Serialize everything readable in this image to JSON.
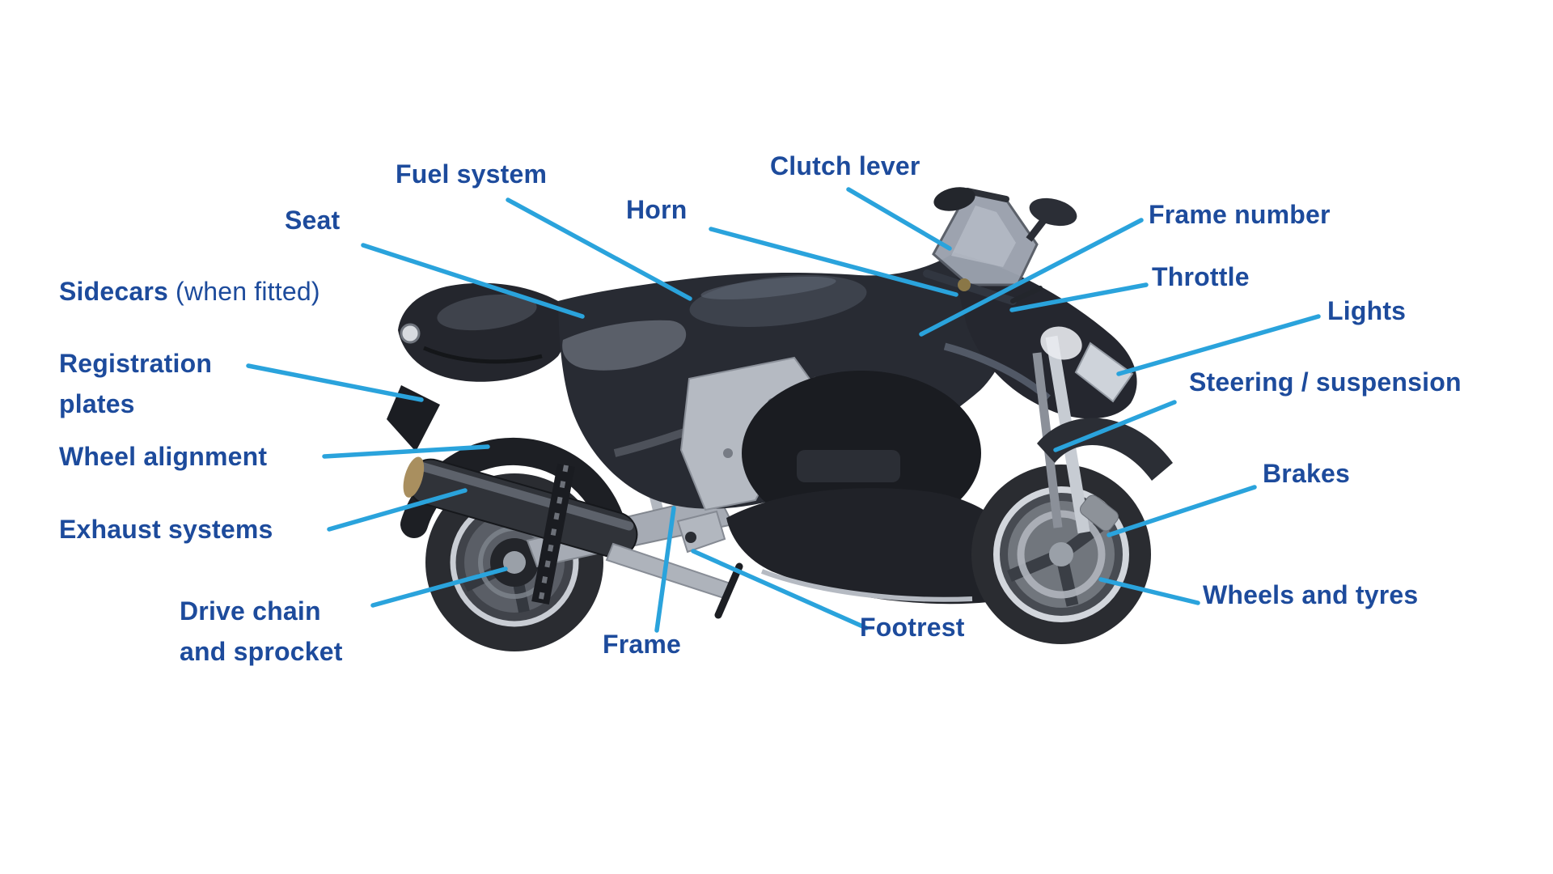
{
  "diagram": {
    "subject": "Motorcycle parts diagram",
    "colors": {
      "background": "#ffffff",
      "label_text": "#1d4b9c",
      "leader_line": "#2aa3dc"
    },
    "labels": {
      "fuel_system": "Fuel system",
      "seat": "Seat",
      "sidecars": "Sidecars",
      "sidecars_note": "(when fitted)",
      "registration_line1": "Registration",
      "registration_line2": "plates",
      "wheel_alignment": "Wheel alignment",
      "exhaust_systems": "Exhaust systems",
      "drive_chain_line1": "Drive chain",
      "drive_chain_line2": "and sprocket",
      "frame": "Frame",
      "footrest": "Footrest",
      "horn": "Horn",
      "clutch_lever": "Clutch lever",
      "frame_number": "Frame number",
      "throttle": "Throttle",
      "lights": "Lights",
      "steering_suspension": "Steering / suspension",
      "brakes": "Brakes",
      "wheels_and_tyres": "Wheels and tyres"
    }
  }
}
